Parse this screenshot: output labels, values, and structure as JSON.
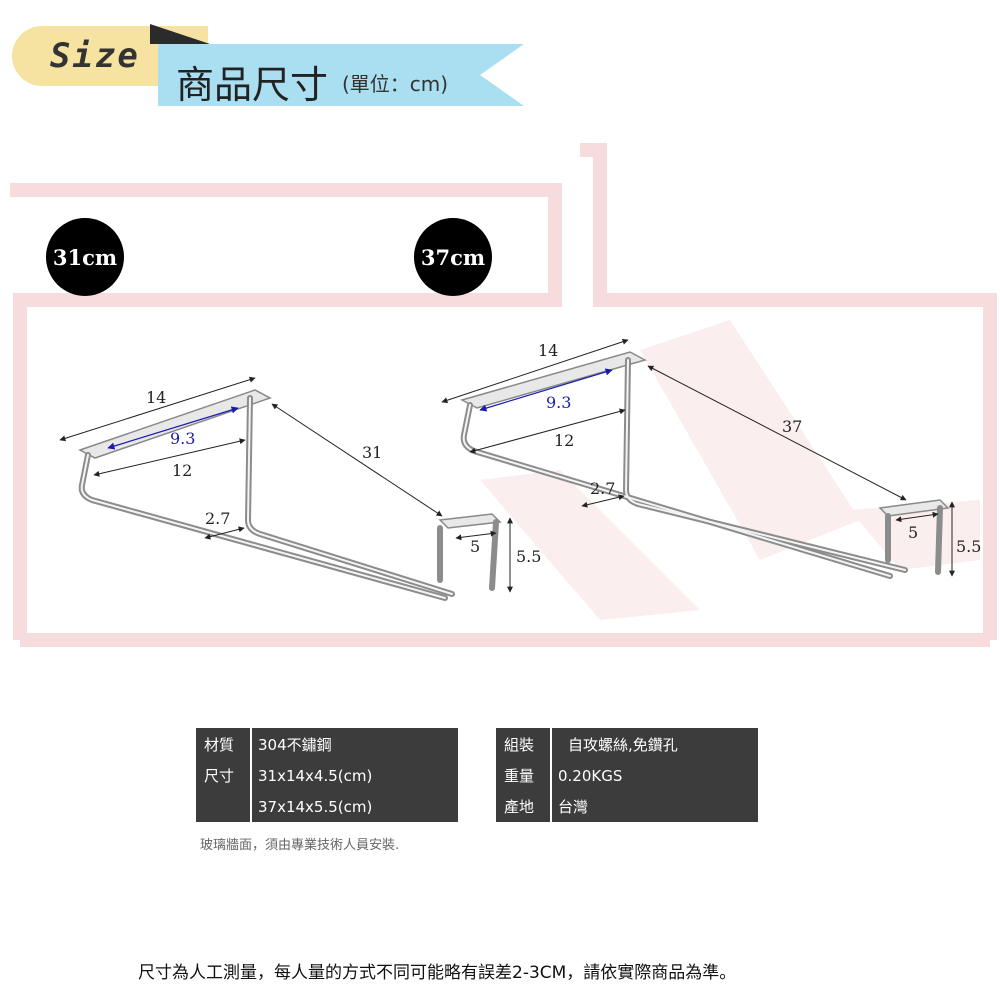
{
  "header": {
    "badge_text": "Size",
    "title": "商品尺寸",
    "unit": "(單位：cm)"
  },
  "products": [
    {
      "badge": "31cm",
      "dims": {
        "width": "14",
        "inner": "9.3",
        "depth": "12",
        "gap": "2.7",
        "length": "31",
        "slot": "5",
        "height": "5.5"
      }
    },
    {
      "badge": "37cm",
      "dims": {
        "width": "14",
        "inner": "9.3",
        "depth": "12",
        "gap": "2.7",
        "length": "37",
        "slot": "5",
        "height": "5.5"
      }
    }
  ],
  "spec_left": {
    "rows": [
      {
        "label": "材質",
        "value": "304不鏽鋼"
      },
      {
        "label": "尺寸",
        "value": "31x14x4.5(cm)"
      },
      {
        "label": "",
        "value": "37x14x5.5(cm)"
      }
    ]
  },
  "spec_right": {
    "rows": [
      {
        "label": "組裝",
        "value": "自攻螺絲,免鑽孔"
      },
      {
        "label": "重量",
        "value": "0.20KGS"
      },
      {
        "label": "產地",
        "value": "台灣"
      }
    ]
  },
  "note": "玻璃牆面，須由專業技術人員安裝.",
  "footer": "尺寸為人工測量，每人量的方式不同可能略有誤差2-3CM，請依實際商品為準。",
  "colors": {
    "header_yellow": "#f7e3a1",
    "header_blue": "#a9dff0",
    "table_bg": "#3c3c3c",
    "dim_blue": "#1a1ab0"
  }
}
